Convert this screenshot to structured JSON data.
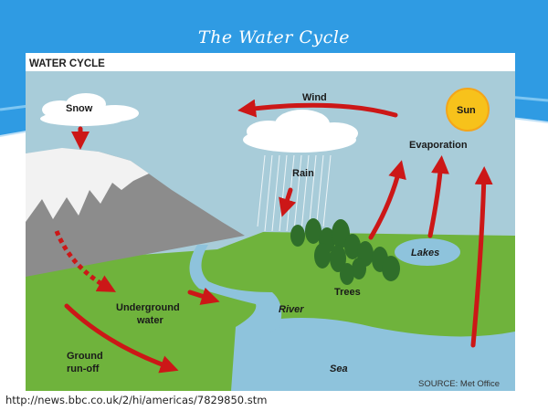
{
  "slide": {
    "title": "The Water Cycle",
    "source_url": "http://news.bbc.co.uk/2/hi/americas/7829850.stm"
  },
  "diagram": {
    "header": "WATER CYCLE",
    "labels": {
      "snow": "Snow",
      "wind": "Wind",
      "sun": "Sun",
      "evaporation": "Evaporation",
      "rain": "Rain",
      "lakes": "Lakes",
      "trees": "Trees",
      "underground_line1": "Underground",
      "underground_line2": "water",
      "river": "River",
      "ground_line1": "Ground",
      "ground_line2": "run-off",
      "sea": "Sea",
      "source": "SOURCE: Met Office"
    },
    "colors": {
      "sky": "#a8ccd9",
      "grass": "#6fb33c",
      "water": "#8ec3dc",
      "arrow": "#cc1717",
      "sun": "#f7c21b",
      "mountain": "#8c8c8c"
    }
  }
}
